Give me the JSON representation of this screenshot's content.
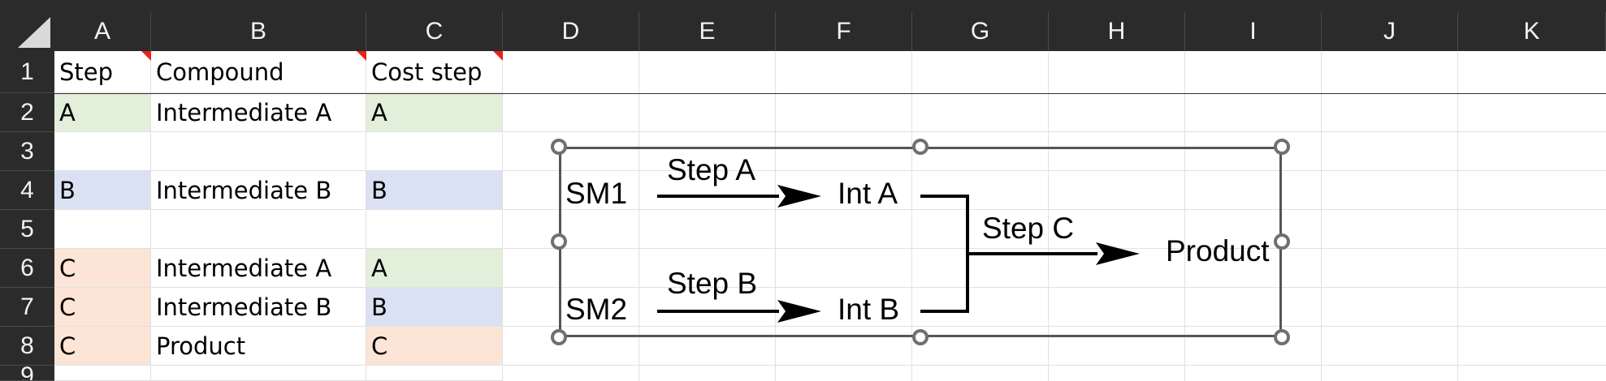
{
  "columns": [
    "A",
    "B",
    "C",
    "D",
    "E",
    "F",
    "G",
    "H",
    "I",
    "J",
    "K"
  ],
  "rows": [
    "1",
    "2",
    "3",
    "4",
    "5",
    "6",
    "7",
    "8",
    "9"
  ],
  "cells": {
    "A1": "Step",
    "B1": "Compound",
    "C1": "Cost step",
    "A2": "A",
    "B2": "Intermediate A",
    "C2": "A",
    "A4": "B",
    "B4": "Intermediate B",
    "C4": "B",
    "A6": "C",
    "B6": "Intermediate A",
    "C6": "A",
    "A7": "C",
    "B7": "Intermediate B",
    "C7": "B",
    "A8": "C",
    "B8": "Product",
    "C8": "C"
  },
  "fill_colors": {
    "A": "#e2efda",
    "B": "#d9e1f2",
    "C": "#fce4d6"
  },
  "diagram": {
    "sm1": "SM1",
    "sm2": "SM2",
    "step_a": "Step A",
    "step_b": "Step B",
    "step_c": "Step C",
    "int_a": "Int A",
    "int_b": "Int B",
    "product": "Product"
  }
}
